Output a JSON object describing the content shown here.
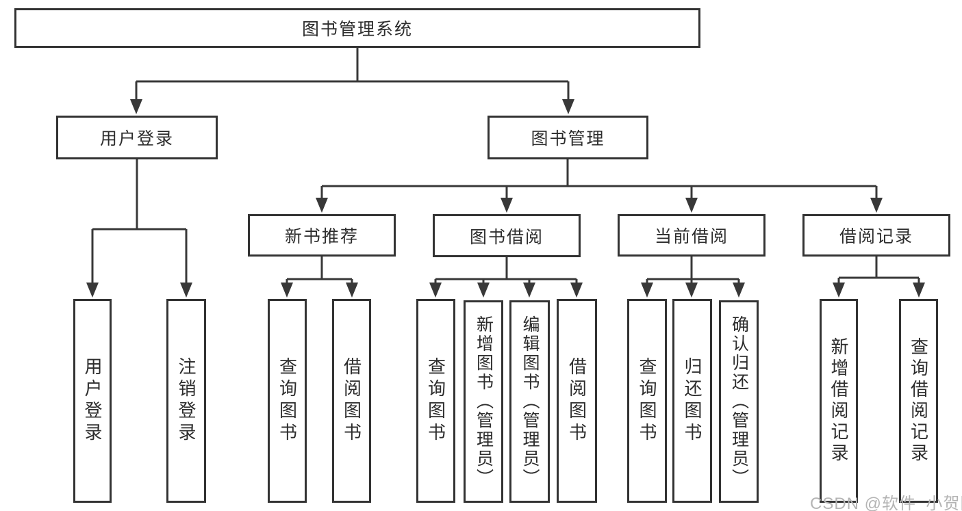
{
  "nodes": {
    "root": "图书管理系统",
    "level2": [
      "用户登录",
      "图书管理"
    ],
    "level3": [
      "新书推荐",
      "图书借阅",
      "当前借阅",
      "借阅记录"
    ],
    "leaves": {
      "user_login": [
        "用户登录",
        "注销登录"
      ],
      "new_books": [
        "查询图书",
        "借阅图书"
      ],
      "book_borrow": [
        "查询图书",
        "新增图书（管理员）",
        "编辑图书（管理员）",
        "借阅图书"
      ],
      "current_borrow": [
        "查询图书",
        "归还图书",
        "确认归还（管理员）"
      ],
      "borrow_records": [
        "新增借阅记录",
        "查询借阅记录"
      ]
    }
  },
  "watermark": {
    "text": "CSDN @软件_小贺同学"
  },
  "colors": {
    "line": "#383838",
    "border": "#333333",
    "text": "#2d2d2d",
    "watermark_text": "#b4b4b4",
    "background": "#ffffff"
  }
}
